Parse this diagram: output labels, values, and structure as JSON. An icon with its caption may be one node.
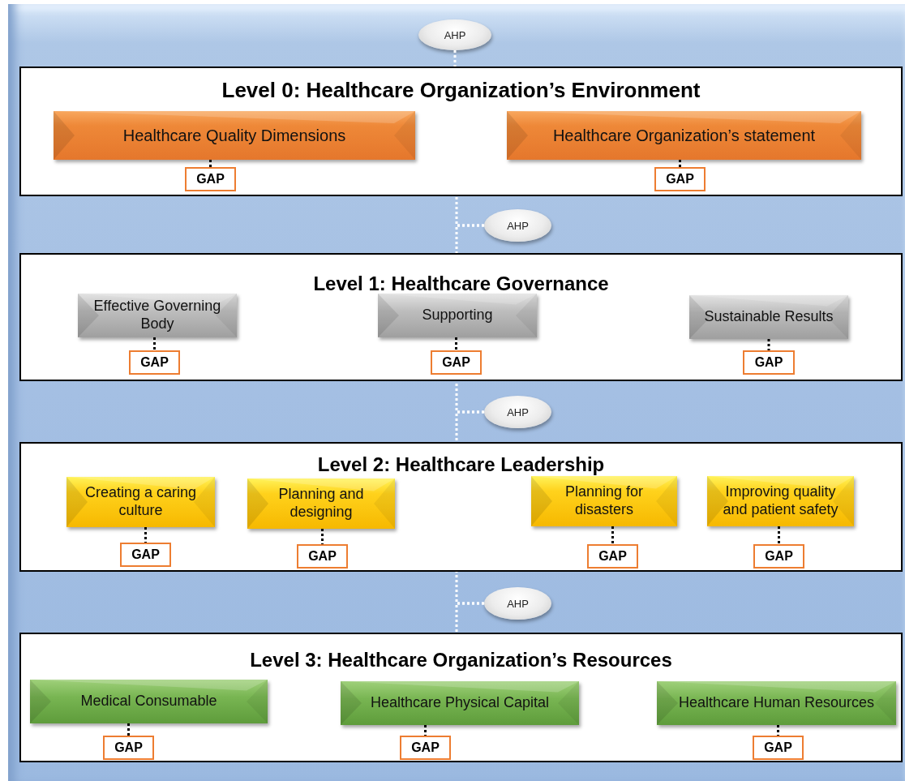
{
  "diagram": {
    "nodes": [
      {
        "text": [
          "AHP"
        ]
      },
      {
        "text": [
          "Level 0:  Healthcare Organization’s Environment"
        ]
      },
      {
        "text": [
          "Healthcare Quality Dimensions"
        ],
        "in": 1
      },
      {
        "text": [
          "Healthcare Organization’s statement"
        ],
        "in": 1
      },
      {
        "text": [
          "GAP"
        ],
        "in": 1
      },
      {
        "text": [
          "GAP"
        ],
        "in": 1
      },
      {
        "text": [
          "AHP"
        ]
      },
      {
        "text": [
          "Level 1: Healthcare Governance"
        ]
      },
      {
        "text": [
          "Effective Governing Body"
        ],
        "in": 7
      },
      {
        "text": [
          "Supporting"
        ],
        "in": 7
      },
      {
        "text": [
          "Sustainable Results"
        ],
        "in": 7
      },
      {
        "text": [
          "GAP"
        ],
        "in": 7
      },
      {
        "text": [
          "GAP"
        ],
        "in": 7
      },
      {
        "text": [
          "GAP"
        ],
        "in": 7
      },
      {
        "text": [
          "AHP"
        ]
      },
      {
        "text": [
          "Level 2: Healthcare Leadership"
        ]
      },
      {
        "text": [
          "Creating a caring culture"
        ],
        "in": 15
      },
      {
        "text": [
          "Planning and designing"
        ],
        "in": 15
      },
      {
        "text": [
          "Planning for disasters"
        ],
        "in": 15
      },
      {
        "text": [
          "Improving quality and patient safety"
        ],
        "in": 15
      },
      {
        "text": [
          "GAP"
        ],
        "in": 15
      },
      {
        "text": [
          "GAP"
        ],
        "in": 15
      },
      {
        "text": [
          "GAP"
        ],
        "in": 15
      },
      {
        "text": [
          "GAP"
        ],
        "in": 15
      },
      {
        "text": [
          "AHP"
        ]
      },
      {
        "text": [
          "Level 3: Healthcare Organization’s Resources"
        ]
      },
      {
        "text": [
          "Medical Consumable"
        ],
        "in": 25
      },
      {
        "text": [
          "Healthcare Physical Capital"
        ],
        "in": 25
      },
      {
        "text": [
          "Healthcare Human Resources"
        ],
        "in": 25
      },
      {
        "text": [
          "GAP"
        ],
        "in": 25
      },
      {
        "text": [
          "GAP"
        ],
        "in": 25
      },
      {
        "text": [
          "GAP"
        ],
        "in": 25
      }
    ],
    "edges": [
      {
        "from": 0,
        "to": 1,
        "arrow": "none",
        "style": "dashed",
        "color": "#ffffff"
      },
      {
        "from": 6,
        "to": 1,
        "arrow": "none",
        "style": "dashed",
        "color": "#ffffff"
      },
      {
        "from": 6,
        "to": 7,
        "arrow": "none",
        "style": "dashed",
        "color": "#ffffff"
      },
      {
        "from": 14,
        "to": 7,
        "arrow": "none",
        "style": "dashed",
        "color": "#ffffff"
      },
      {
        "from": 14,
        "to": 15,
        "arrow": "none",
        "style": "dashed",
        "color": "#ffffff"
      },
      {
        "from": 24,
        "to": 15,
        "arrow": "none",
        "style": "dashed",
        "color": "#ffffff"
      },
      {
        "from": 24,
        "to": 25,
        "arrow": "none",
        "style": "dashed",
        "color": "#ffffff"
      },
      {
        "from": 2,
        "to": 4,
        "arrow": "none",
        "style": "dashed"
      },
      {
        "from": 3,
        "to": 5,
        "arrow": "none",
        "style": "dashed"
      },
      {
        "from": 8,
        "to": 11,
        "arrow": "none",
        "style": "dashed"
      },
      {
        "from": 9,
        "to": 12,
        "arrow": "none",
        "style": "dashed"
      },
      {
        "from": 10,
        "to": 13,
        "arrow": "none",
        "style": "dashed"
      },
      {
        "from": 16,
        "to": 20,
        "arrow": "none",
        "style": "dashed"
      },
      {
        "from": 17,
        "to": 21,
        "arrow": "none",
        "style": "dashed"
      },
      {
        "from": 18,
        "to": 22,
        "arrow": "none",
        "style": "dashed"
      },
      {
        "from": 19,
        "to": 23,
        "arrow": "none",
        "style": "dashed"
      },
      {
        "from": 26,
        "to": 29,
        "arrow": "none",
        "style": "dashed"
      },
      {
        "from": 27,
        "to": 30,
        "arrow": "none",
        "style": "dashed"
      },
      {
        "from": 28,
        "to": 31,
        "arrow": "none",
        "style": "dashed"
      }
    ]
  }
}
